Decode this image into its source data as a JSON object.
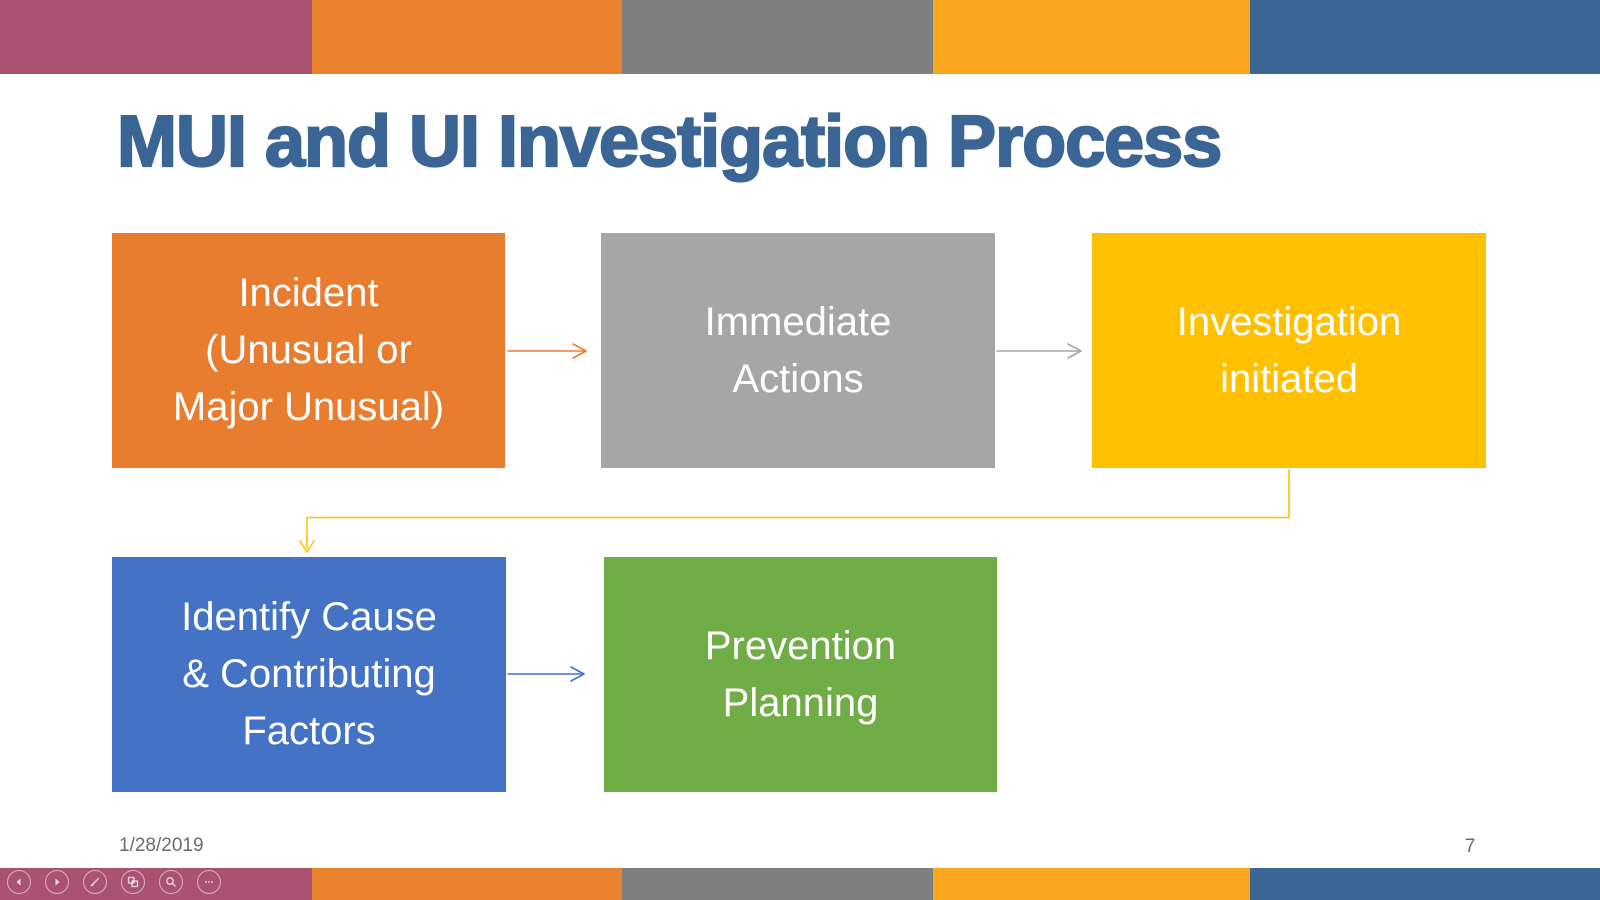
{
  "slide": {
    "title": "MUI and UI Investigation Process"
  },
  "theme": {
    "title_color": "#3A6595",
    "stripe_colors": [
      "#AB5273",
      "#E8822D",
      "#7F7F7F",
      "#FAA61E",
      "#3A6795"
    ]
  },
  "flowchart": {
    "nodes": [
      {
        "id": "incident",
        "label": "Incident (Unusual or Major Unusual)",
        "lines": [
          "Incident",
          "(Unusual or",
          "Major Unusual)"
        ],
        "fill": "#E87D30",
        "text_color": "#FFFFFF"
      },
      {
        "id": "immediate-actions",
        "label": "Immediate Actions",
        "lines": [
          "Immediate",
          "Actions"
        ],
        "fill": "#A6A6A6",
        "text_color": "#FFFFFF"
      },
      {
        "id": "investigation-initiated",
        "label": "Investigation initiated",
        "lines": [
          "Investigation",
          "initiated"
        ],
        "fill": "#FFC000",
        "text_color": "#FFFFFF"
      },
      {
        "id": "identify-cause",
        "label": "Identify Cause & Contributing Factors",
        "lines": [
          "Identify Cause",
          "& Contributing",
          "Factors"
        ],
        "fill": "#4472C4",
        "text_color": "#FFFFFF"
      },
      {
        "id": "prevention-planning",
        "label": "Prevention Planning",
        "lines": [
          "Prevention",
          "Planning"
        ],
        "fill": "#70AD47",
        "text_color": "#FFFFFF"
      }
    ],
    "connectors": [
      {
        "from": "incident",
        "to": "immediate-actions",
        "direction": "right",
        "color": "#ED7D31"
      },
      {
        "from": "immediate-actions",
        "to": "investigation-initiated",
        "direction": "right",
        "color": "#A6A6A6"
      },
      {
        "from": "investigation-initiated",
        "to": "identify-cause",
        "direction": "elbow-down-left-down",
        "color": "#FFC000"
      },
      {
        "from": "identify-cause",
        "to": "prevention-planning",
        "direction": "right",
        "color": "#4472C4"
      }
    ]
  },
  "footer": {
    "date": "1/28/2019",
    "page_number": "7"
  },
  "controls": {
    "items": [
      {
        "name": "previous-slide",
        "icon": "prev-arrow-icon"
      },
      {
        "name": "next-slide",
        "icon": "next-arrow-icon"
      },
      {
        "name": "pen-tools",
        "icon": "pen-icon"
      },
      {
        "name": "see-all-slides",
        "icon": "all-slides-icon"
      },
      {
        "name": "zoom",
        "icon": "magnifier-icon"
      },
      {
        "name": "more-options",
        "icon": "ellipsis-icon"
      }
    ]
  }
}
